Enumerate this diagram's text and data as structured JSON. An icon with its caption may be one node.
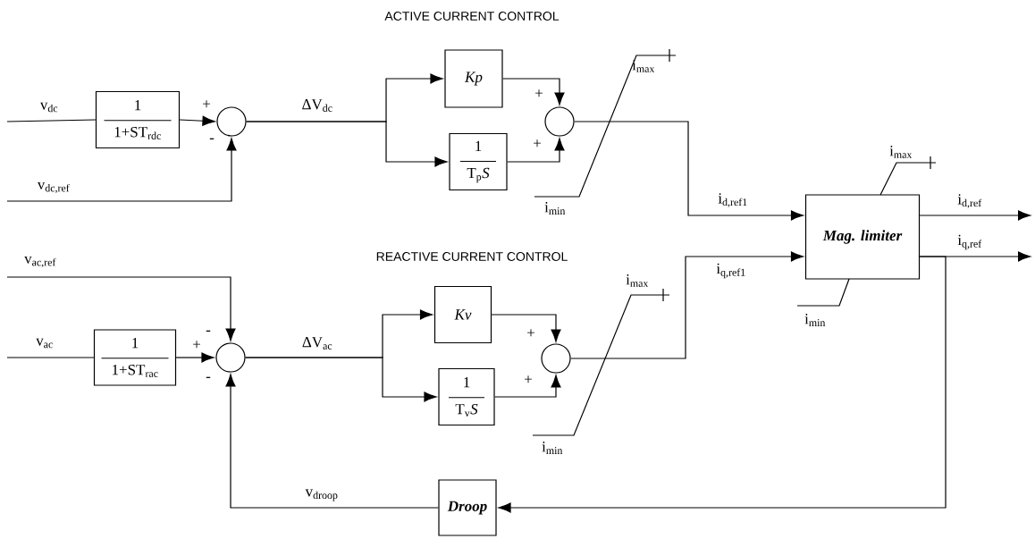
{
  "diagram": {
    "nodes": [
      {
        "text": [
          "1",
          "1+ST$_{rdc}$"
        ]
      },
      {
        "text": [],
        "shape": "circle"
      },
      {
        "text": [
          "Kp"
        ]
      },
      {
        "text": [
          "1",
          "T$_{p}$*S*"
        ]
      },
      {
        "text": [],
        "shape": "circle"
      },
      {
        "text": [
          "Mag. limiter"
        ]
      },
      {
        "text": [
          "1",
          "1+ST$_{rac}$"
        ]
      },
      {
        "text": [],
        "shape": "circle"
      },
      {
        "text": [
          "Kv"
        ]
      },
      {
        "text": [
          "1",
          "T$_{v}$*S*"
        ]
      },
      {
        "text": [],
        "shape": "circle"
      },
      {
        "text": [
          "Droop"
        ]
      }
    ],
    "edges": [
      {
        "from": null,
        "to": 0,
        "arrow": "none",
        "label": "v$_{dc}$"
      },
      {
        "from": 0,
        "to": 1,
        "arrow": "to"
      },
      {
        "from": null,
        "to": 1,
        "arrow": "to",
        "label": "v$_{dc,ref}$"
      },
      {
        "from": 1,
        "to": 2,
        "arrow": "to",
        "label": "ΔV$_{dc}$"
      },
      {
        "from": 1,
        "to": 3,
        "arrow": "to"
      },
      {
        "from": 2,
        "to": 4,
        "arrow": "to"
      },
      {
        "from": 3,
        "to": 4,
        "arrow": "to"
      },
      {
        "from": 4,
        "to": 5,
        "arrow": "to",
        "label": "i$_{d,ref1}$"
      },
      {
        "from": 5,
        "to": null,
        "arrow": "to",
        "label": "i$_{d,ref}$"
      },
      {
        "from": 5,
        "to": null,
        "arrow": "to",
        "label": "i$_{q,ref}$"
      },
      {
        "from": 5,
        "to": 11,
        "arrow": "to"
      },
      {
        "from": null,
        "to": 7,
        "arrow": "to",
        "label": "v$_{ac,ref}$"
      },
      {
        "from": null,
        "to": 6,
        "arrow": "none",
        "label": "v$_{ac}$"
      },
      {
        "from": 6,
        "to": 7,
        "arrow": "to"
      },
      {
        "from": 11,
        "to": 7,
        "arrow": "to",
        "label": "v$_{droop}$"
      },
      {
        "from": 7,
        "to": 8,
        "arrow": "to",
        "label": "ΔV$_{ac}$"
      },
      {
        "from": 7,
        "to": 9,
        "arrow": "to"
      },
      {
        "from": 8,
        "to": 10,
        "arrow": "to"
      },
      {
        "from": 9,
        "to": 10,
        "arrow": "to"
      },
      {
        "from": 10,
        "to": 5,
        "arrow": "to",
        "label": "i$_{q,ref1}$"
      }
    ],
    "labels": [
      "ACTIVE CURRENT CONTROL",
      "i$_{max}$",
      "+",
      "+",
      "-",
      "+",
      "i$_{max}$",
      "i$_{min}$",
      "REACTIVE CURRENT CONTROL",
      "i$_{max}$",
      "i$_{min}$",
      "-",
      "+",
      "+",
      "-",
      "+",
      "i$_{min}$"
    ]
  }
}
